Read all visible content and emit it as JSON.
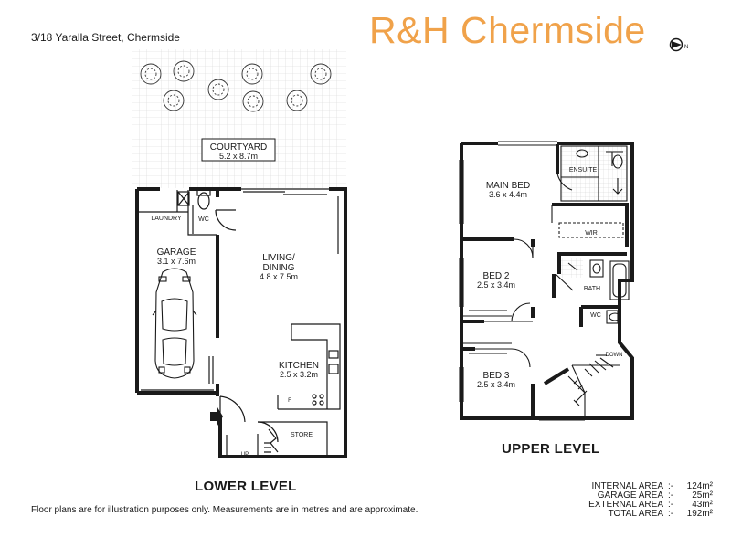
{
  "address": "3/18 Yaralla Street, Chermside",
  "brand": "R&H Chermside",
  "compass": {
    "icon": "north-arrow-icon",
    "letter": "N"
  },
  "lower_level": {
    "title": "LOWER LEVEL",
    "courtyard": {
      "name": "COURTYARD",
      "size": "5.2 x 8.7m"
    },
    "garage": {
      "name": "GARAGE",
      "size": "3.1 x 7.6m"
    },
    "laundry": "LAUNDRY",
    "wc": "WC",
    "living": {
      "name_line1": "LIVING/",
      "name_line2": "DINING",
      "size": "4.8 x 7.5m"
    },
    "kitchen": {
      "name": "KITCHEN",
      "size": "2.5 x 3.2m"
    },
    "fridge": "F",
    "door": "DOOR",
    "store": "STORE",
    "up": "UP"
  },
  "upper_level": {
    "title": "UPPER LEVEL",
    "main_bed": {
      "name": "MAIN BED",
      "size": "3.6 x 4.4m"
    },
    "ensuite": "ENSUITE",
    "wir": "WIR",
    "bed2": {
      "name": "BED 2",
      "size": "2.5 x 3.4m"
    },
    "bed3": {
      "name": "BED 3",
      "size": "2.5 x 3.4m"
    },
    "bath": "BATH",
    "wc": "WC",
    "down": "DOWN"
  },
  "areas": [
    {
      "label": "INTERNAL AREA",
      "value": "124m²"
    },
    {
      "label": "GARAGE AREA",
      "value": "25m²"
    },
    {
      "label": "EXTERNAL AREA",
      "value": "43m²"
    },
    {
      "label": "TOTAL AREA",
      "value": "192m²"
    }
  ],
  "area_separator": ":-",
  "footnote": "Floor plans are for illustration purposes only. Measurements are in metres and are approximate.",
  "colors": {
    "brand": "#f0a24a",
    "wall": "#1a1a1a",
    "courtyard_grid": "#d6d6d6"
  }
}
